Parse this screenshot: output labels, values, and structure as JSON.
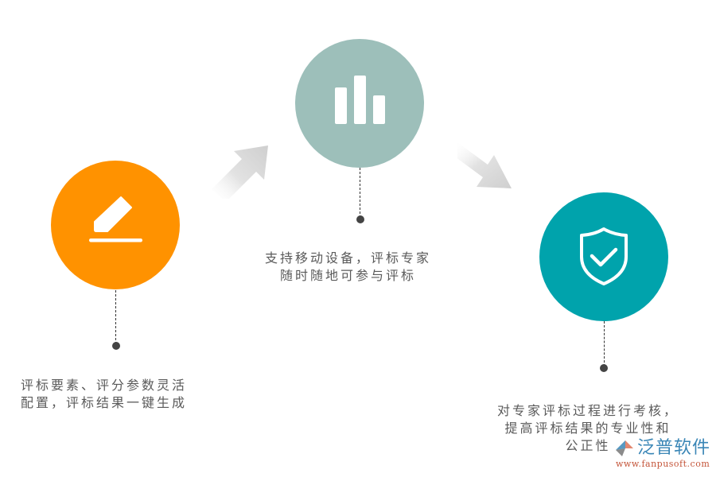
{
  "diagram": {
    "steps": [
      {
        "icon": "pencil-edit-icon",
        "color": "#FF9200",
        "caption_lines": [
          "评标要素、评分参数灵活",
          "配置，评标结果一键生成"
        ]
      },
      {
        "icon": "bar-chart-icon",
        "color": "#9DBFBA",
        "caption_lines": [
          "支持移动设备，评标专家",
          "随时随地可参与评标"
        ]
      },
      {
        "icon": "shield-check-icon",
        "color": "#00A3AC",
        "caption_lines": [
          "对专家评标过程进行考核，",
          "提高评标结果的专业性和",
          "公正性"
        ]
      }
    ],
    "arrows": [
      {
        "direction": "up-right",
        "color": "#D6D6D6"
      },
      {
        "direction": "down-right",
        "color": "#D6D6D6"
      }
    ]
  },
  "watermark": {
    "brand": "泛普软件",
    "url": "www.fanpusoft.com",
    "brand_color": "#3A86B6",
    "url_color": "#C4553A"
  }
}
